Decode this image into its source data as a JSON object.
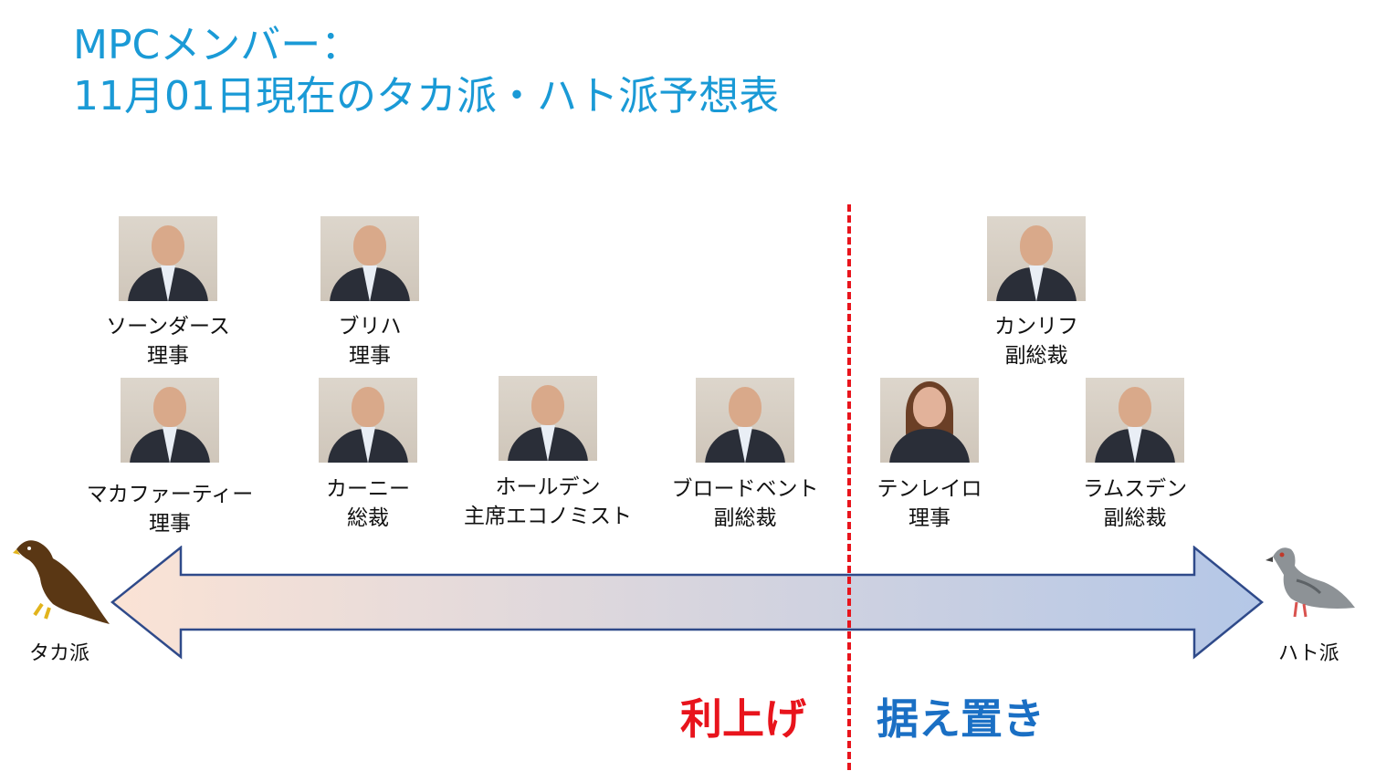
{
  "title": {
    "line1": "MPCメンバー：",
    "line2": "11月01日現在のタカ派・ハト派予想表"
  },
  "members": [
    {
      "name": "ソーンダース",
      "role": "理事"
    },
    {
      "name": "ブリハ",
      "role": "理事"
    },
    {
      "name": "カンリフ",
      "role": "副総裁"
    },
    {
      "name": "マカファーティー",
      "role": "理事"
    },
    {
      "name": "カーニー",
      "role": "総裁"
    },
    {
      "name": "ホールデン",
      "role": "主席エコノミスト"
    },
    {
      "name": "ブロードベント",
      "role": "副総裁"
    },
    {
      "name": "テンレイロ",
      "role": "理事"
    },
    {
      "name": "ラムスデン",
      "role": "副総裁"
    }
  ],
  "axis": {
    "left_label": "タカ派",
    "right_label": "ハト派"
  },
  "zones": {
    "raise": "利上げ",
    "hold": "据え置き"
  },
  "colors": {
    "title": "#1a9ad6",
    "raise": "#e8141c",
    "hold": "#1a6fc4",
    "arrow_left": "#fbe3d5",
    "arrow_right": "#b4c7e7",
    "arrow_stroke": "#2f4a8a"
  },
  "icons": {
    "hawk": "hawk-icon",
    "dove": "pigeon-icon"
  }
}
